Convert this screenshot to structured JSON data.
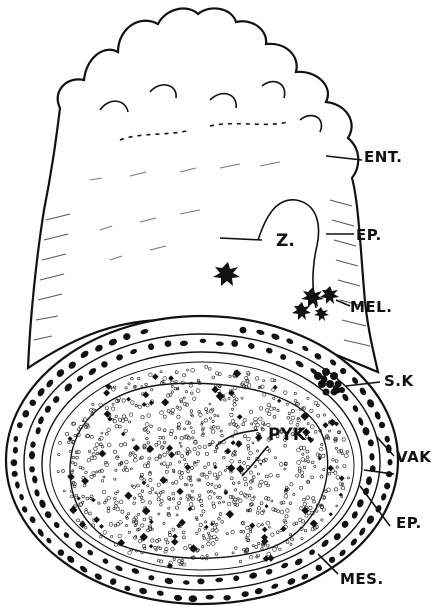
{
  "labels": {
    "ent": "ENT.",
    "z": "Z.",
    "ep_upper": "EP.",
    "mel": "MEL.",
    "sk": "S.K",
    "pyk": "PYK.",
    "vak": "VAK",
    "ep_lower": "EP.",
    "mes": "MES."
  }
}
